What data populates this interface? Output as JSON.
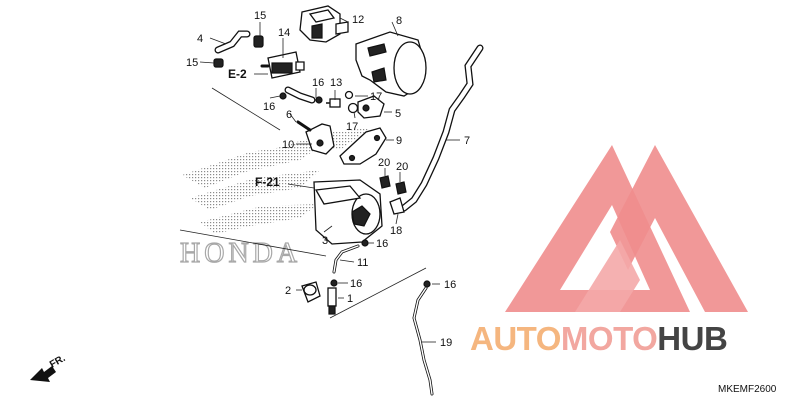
{
  "callouts": {
    "c1": "1",
    "c2": "2",
    "c3": "3",
    "c4": "4",
    "c5": "5",
    "c6": "6",
    "c7": "7",
    "c8": "8",
    "c9": "9",
    "c10": "10",
    "c11": "11",
    "c12": "12",
    "c13": "13",
    "c14": "14",
    "c15a": "15",
    "c15b": "15",
    "c16a": "16",
    "c16b": "16",
    "c16c": "16",
    "c16d": "16",
    "c16e": "16",
    "c17a": "17",
    "c17b": "17",
    "c18": "18",
    "c19": "19",
    "c20a": "20",
    "c20b": "20"
  },
  "refs": {
    "e2": "E-2",
    "f21": "F-21"
  },
  "front_label": "FR.",
  "brand_mark": "HONDA",
  "diagram_code": "MKEMF2600",
  "watermark": {
    "part1": "AUTO",
    "part2": "MOTO",
    "part3": "HUB",
    "color1": "#f5b67f",
    "color2": "#f2a7a0",
    "color3": "#444444"
  },
  "colors": {
    "logo": "#f08d8d",
    "line": "#111111"
  }
}
